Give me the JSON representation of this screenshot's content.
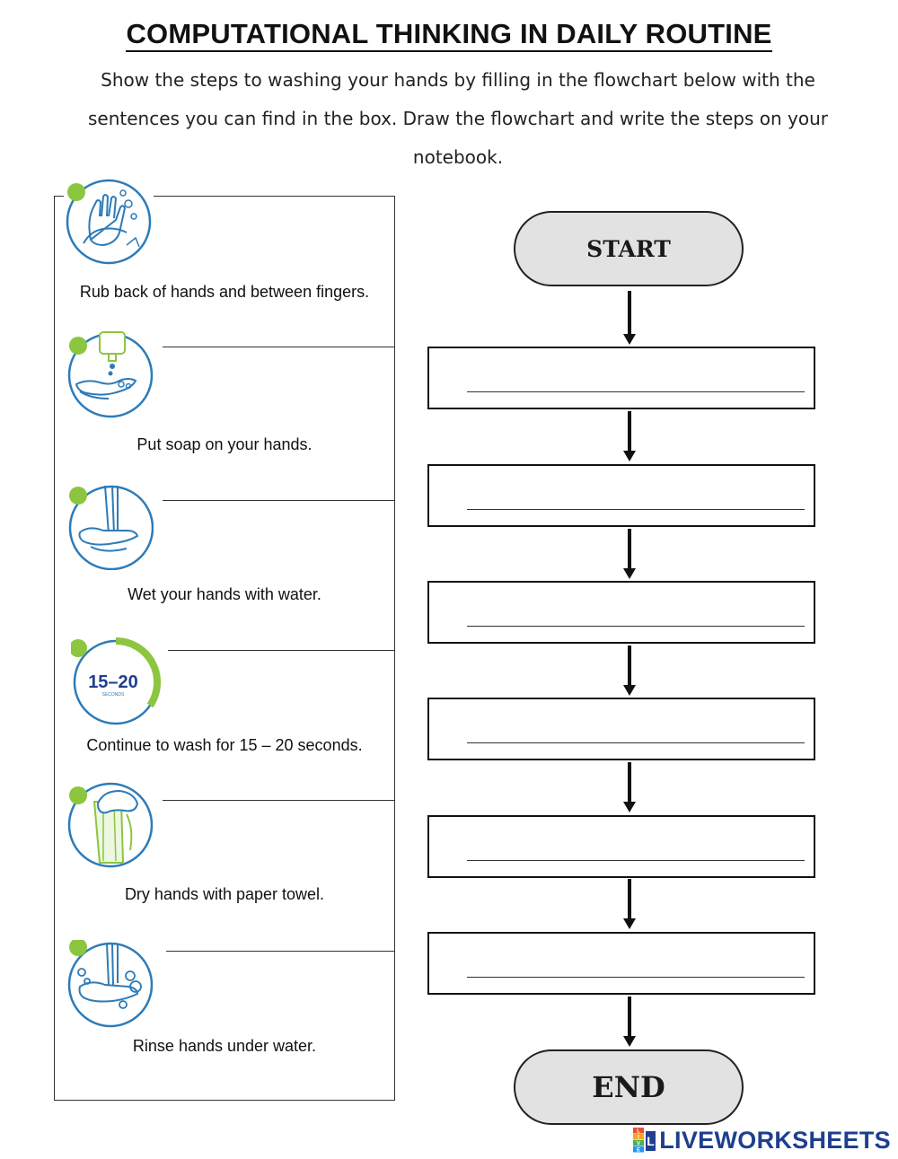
{
  "title": "COMPUTATIONAL THINKING IN DAILY ROUTINE",
  "instructions": "Show the steps to washing your hands by filling in the flowchart below with the sentences you can find in the box. Draw the flowchart and write the steps on your notebook.",
  "steps": [
    {
      "icon": "rub-hands-icon",
      "label": "Rub back of hands and between fingers."
    },
    {
      "icon": "soap-dispenser-icon",
      "label": "Put soap on your hands."
    },
    {
      "icon": "wet-hands-icon",
      "label": "Wet your hands with water."
    },
    {
      "icon": "timer-icon",
      "label": "Continue to wash for 15 – 20 seconds.",
      "timer_text": "15–20",
      "timer_sub": "SECONDS"
    },
    {
      "icon": "paper-towel-icon",
      "label": "Dry hands with paper towel."
    },
    {
      "icon": "rinse-hands-icon",
      "label": "Rinse hands under water."
    }
  ],
  "flowchart": {
    "start_label": "START",
    "end_label": "END",
    "blank_boxes": 6
  },
  "logo": {
    "text": "LIVEWORKSHEETS",
    "badge_letters": "LIVE"
  },
  "colors": {
    "icon_blue": "#2d7bb8",
    "icon_accent": "#8cc63f",
    "terminal_fill": "#e2e2e2",
    "logo_blue": "#1e3f8f"
  }
}
